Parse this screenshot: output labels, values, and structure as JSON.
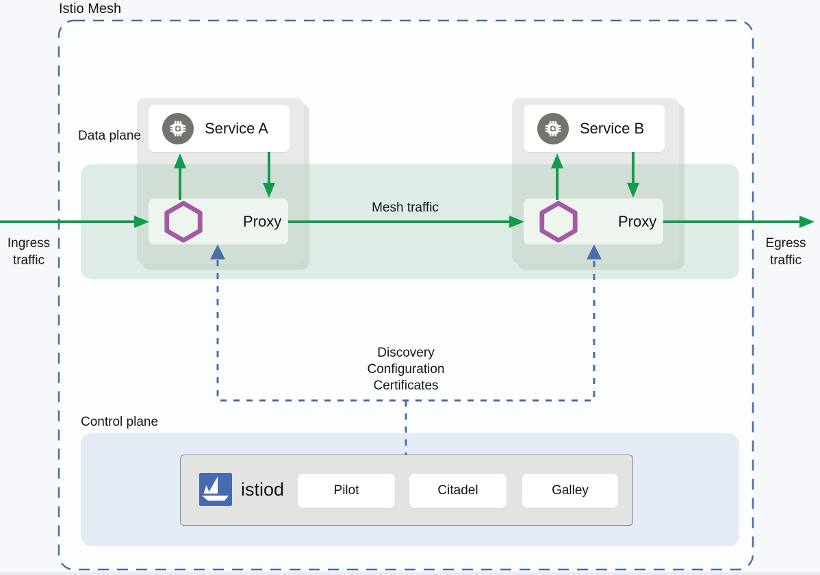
{
  "title": "Istio Mesh",
  "labels": {
    "data_plane": "Data plane",
    "control_plane": "Control plane",
    "ingress": "Ingress traffic",
    "egress": "Egress traffic",
    "mesh_traffic": "Mesh traffic",
    "discovery": [
      "Discovery",
      "Configuration",
      "Certificates"
    ]
  },
  "services": [
    {
      "name": "Service A"
    },
    {
      "name": "Service B"
    }
  ],
  "proxies": [
    {
      "label": "Proxy"
    },
    {
      "label": "Proxy"
    }
  ],
  "control_plane": {
    "istiod": "istiod",
    "components": [
      "Pilot",
      "Citadel",
      "Galley"
    ]
  },
  "icons": {
    "service": "chip-icon",
    "proxy": "hexagon-icon",
    "istiod": "istio-sailboat-logo"
  },
  "colors": {
    "arrow_green": "#109c4c",
    "dash_blue": "#4a6da8",
    "hexagon_purple": "#a35aa3",
    "istio_blue": "#466bb0",
    "band_green": "#ddeee6",
    "pod_gray": "#e9e9e7",
    "control_panel_blue": "#e4eaf6",
    "service_icon_gray": "#74746f"
  }
}
